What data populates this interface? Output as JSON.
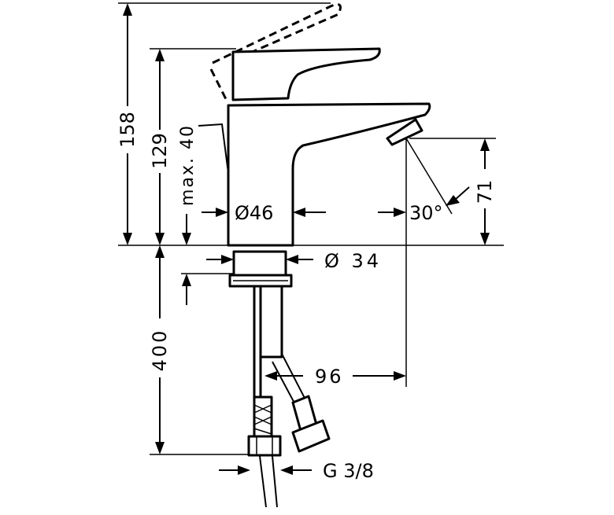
{
  "dimensions": {
    "total_height": "158",
    "faucet_height": "129",
    "max_lift": "max. 40",
    "body_diameter": "Ø46",
    "spout_height": "71",
    "spout_angle": "30°",
    "shank_diameter": "Ø 34",
    "hose_length": "400",
    "reach": "96",
    "thread": "G 3/8"
  }
}
